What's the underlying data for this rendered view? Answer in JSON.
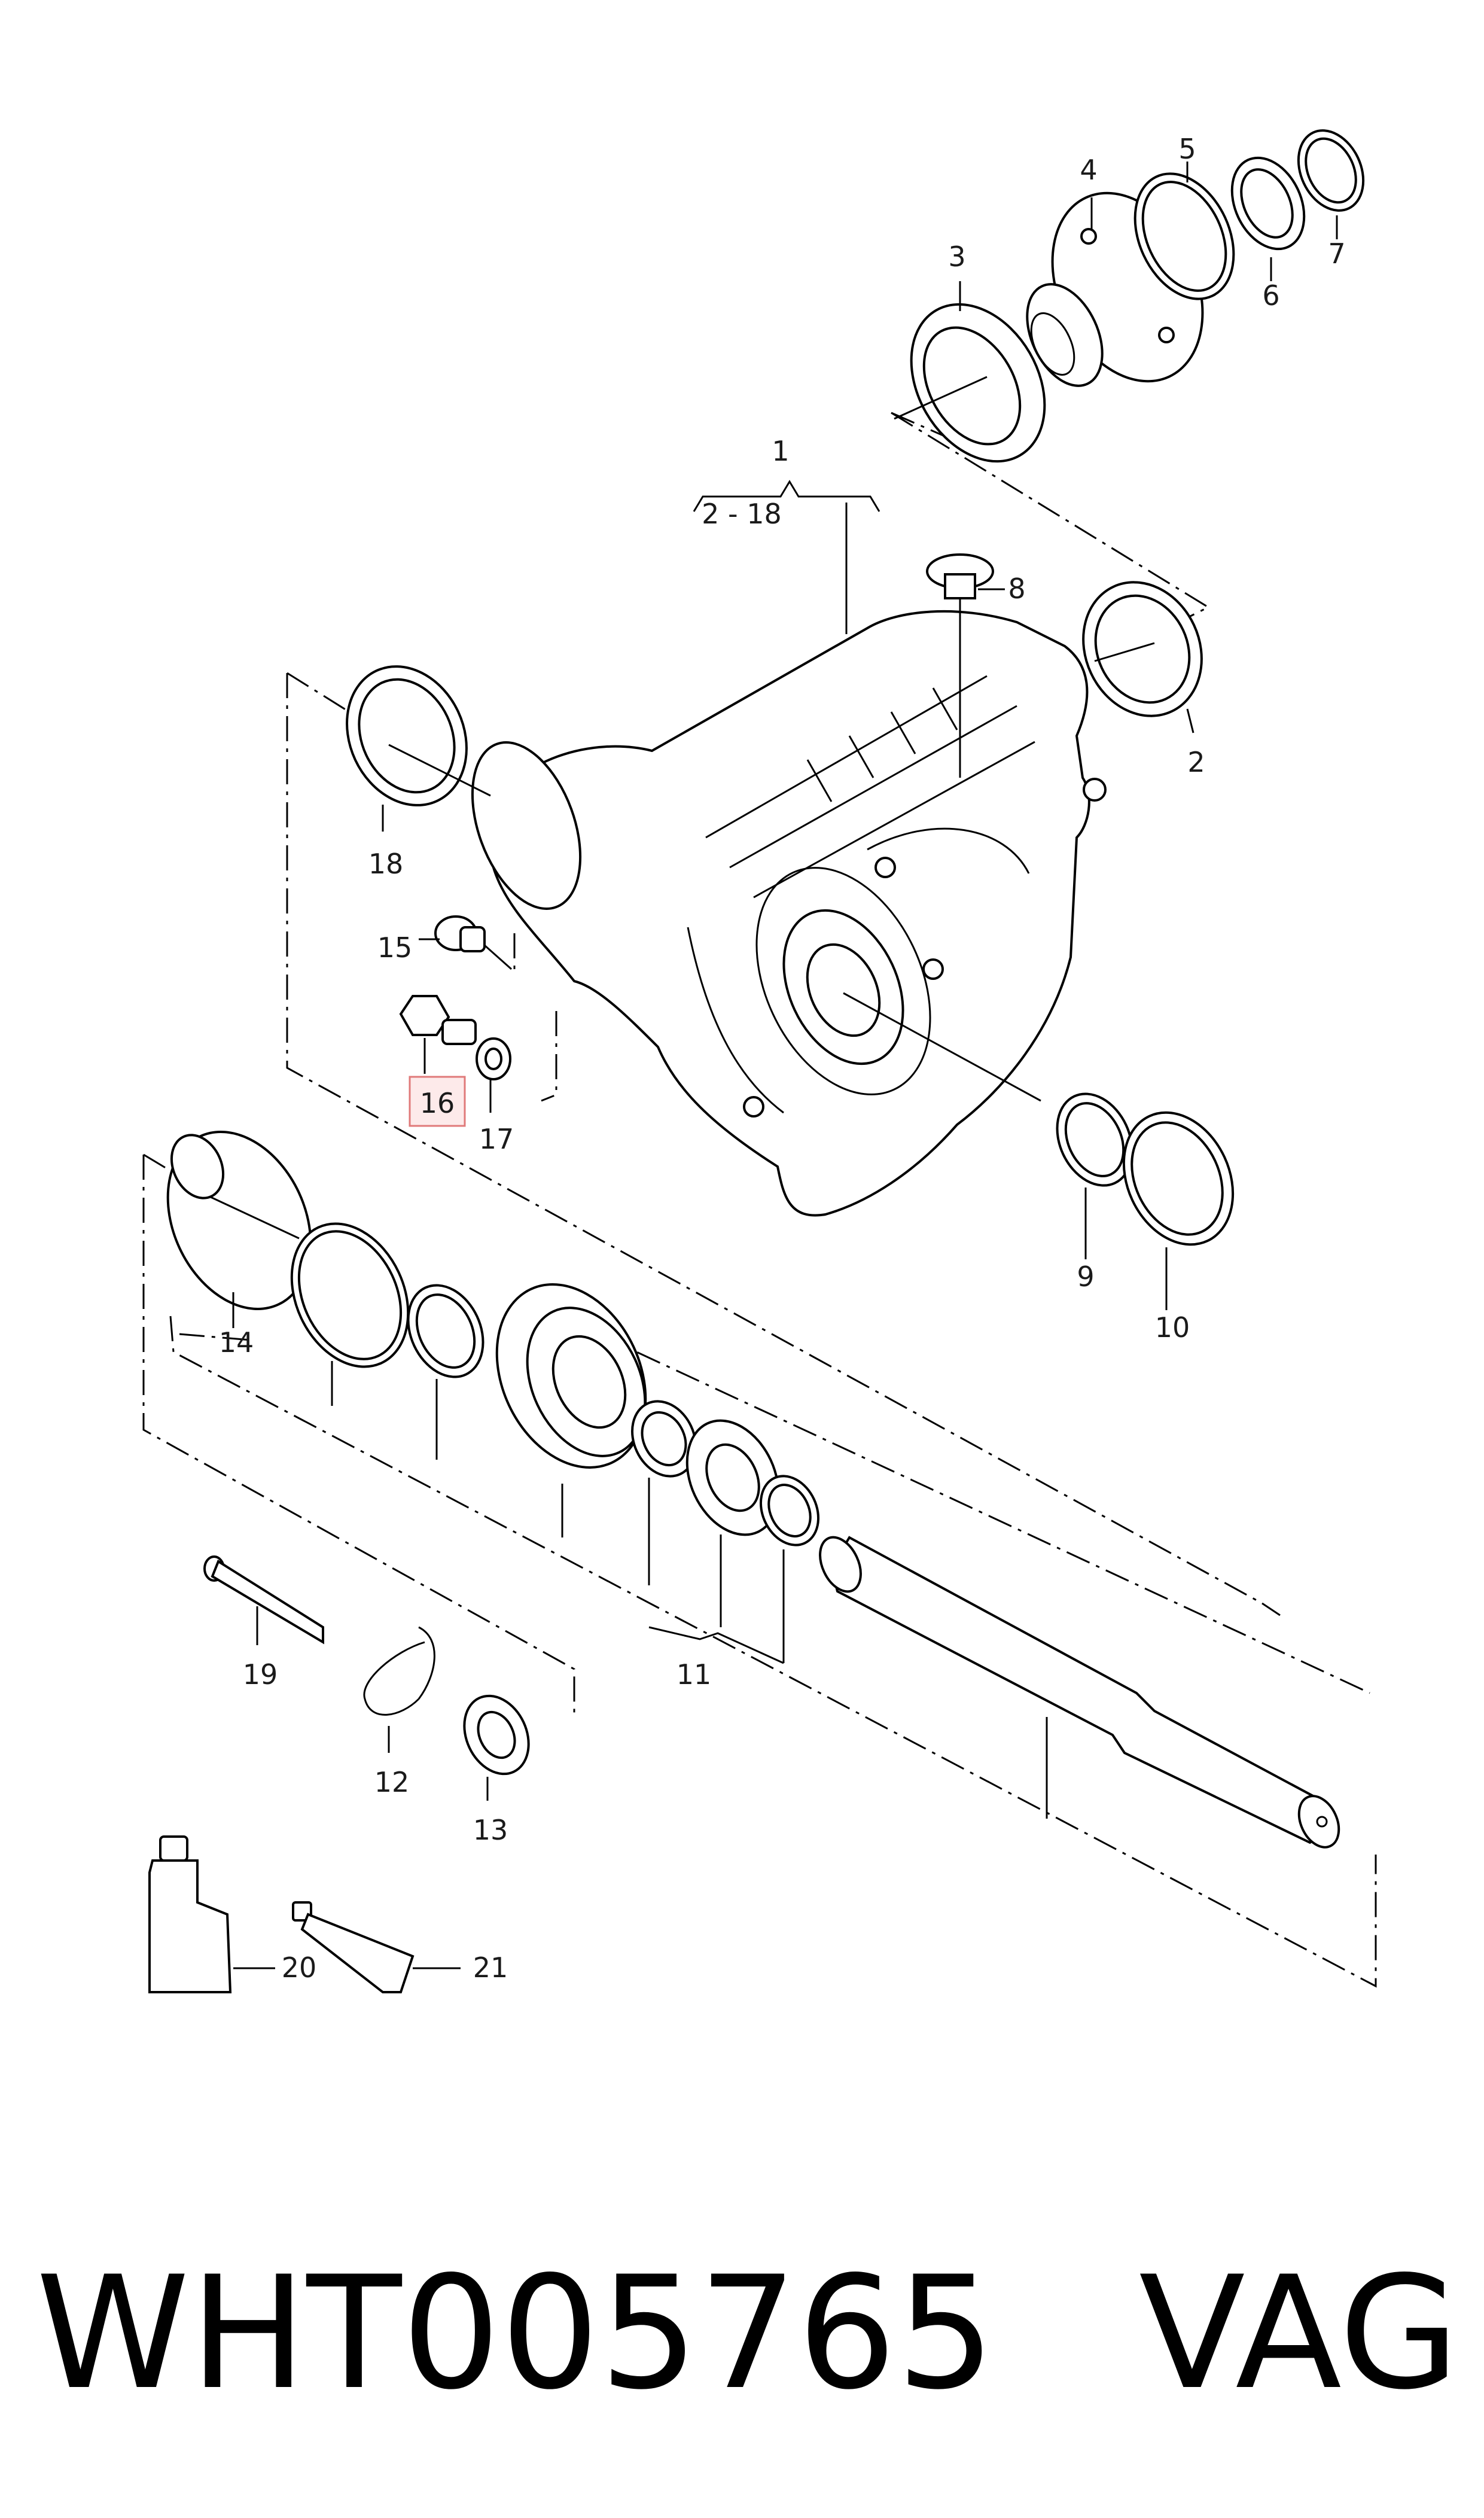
{
  "callouts": {
    "c1": "1",
    "c1_range": "2 - 18",
    "c2": "2",
    "c3": "3",
    "c4": "4",
    "c5": "5",
    "c6": "6",
    "c7": "7",
    "c8": "8",
    "c9": "9",
    "c10": "10",
    "c11": "11",
    "c12": "12",
    "c13": "13",
    "c14": "14",
    "c15": "15",
    "c16": "16",
    "c17": "17",
    "c18": "18",
    "c19": "19",
    "c20": "20",
    "c21": "21"
  },
  "highlighted_callout": "16",
  "footer": {
    "part_number": "WHT005765",
    "brand": "VAG"
  },
  "colors": {
    "line": "#000000",
    "highlight_fill": "#fdeaea",
    "highlight_stroke": "#e07a7a"
  }
}
